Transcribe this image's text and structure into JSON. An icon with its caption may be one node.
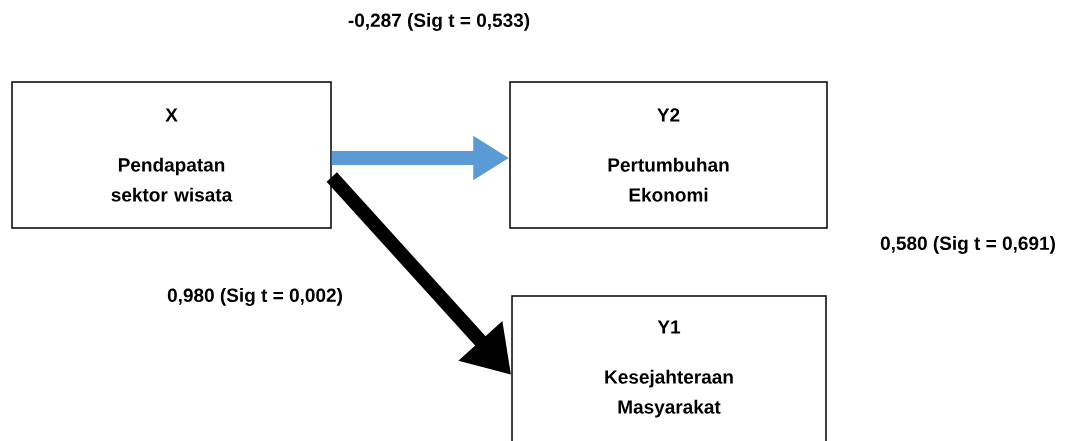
{
  "diagram": {
    "nodes": [
      {
        "text": [
          "X",
          "Pendapatan sektor wisata"
        ]
      },
      {
        "text": [
          "Y2",
          "Pertumbuhan Ekonomi"
        ]
      },
      {
        "text": [
          "Y1",
          "Kesejahteraan Masyarakat"
        ]
      }
    ],
    "edges": [
      {
        "from": 0,
        "to": 1,
        "arrow": "to",
        "color": "#5b9bd5"
      },
      {
        "from": 0,
        "to": 2,
        "arrow": "to",
        "color": "#000000"
      }
    ],
    "labels": [
      "-0,287 (Sig t = 0,533)",
      "0,980 (Sig t = 0,002)",
      "0,580 (Sig t = 0,691)"
    ]
  }
}
